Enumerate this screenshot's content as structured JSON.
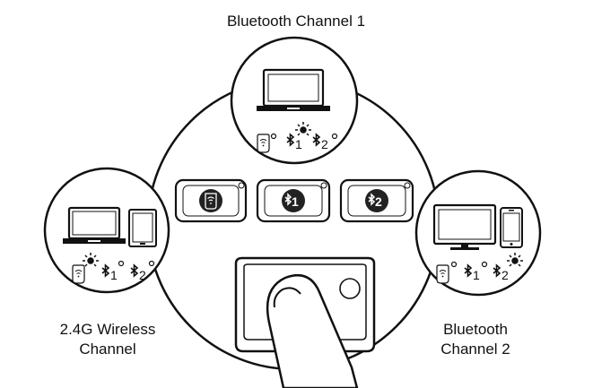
{
  "channels": {
    "bt1_label": "Bluetooth Channel 1",
    "wireless_label_line1": "2.4G Wireless",
    "wireless_label_line2": "Channel",
    "bt2_label_line1": "Bluetooth",
    "bt2_label_line2": "Channel 2"
  },
  "indicators": {
    "bt1_text": "1",
    "bt2_text": "2"
  },
  "icons": [
    "laptop-icon",
    "tablet-icon",
    "monitor-icon",
    "phone-icon",
    "wireless-icon",
    "bluetooth-icon",
    "finger-icon"
  ]
}
